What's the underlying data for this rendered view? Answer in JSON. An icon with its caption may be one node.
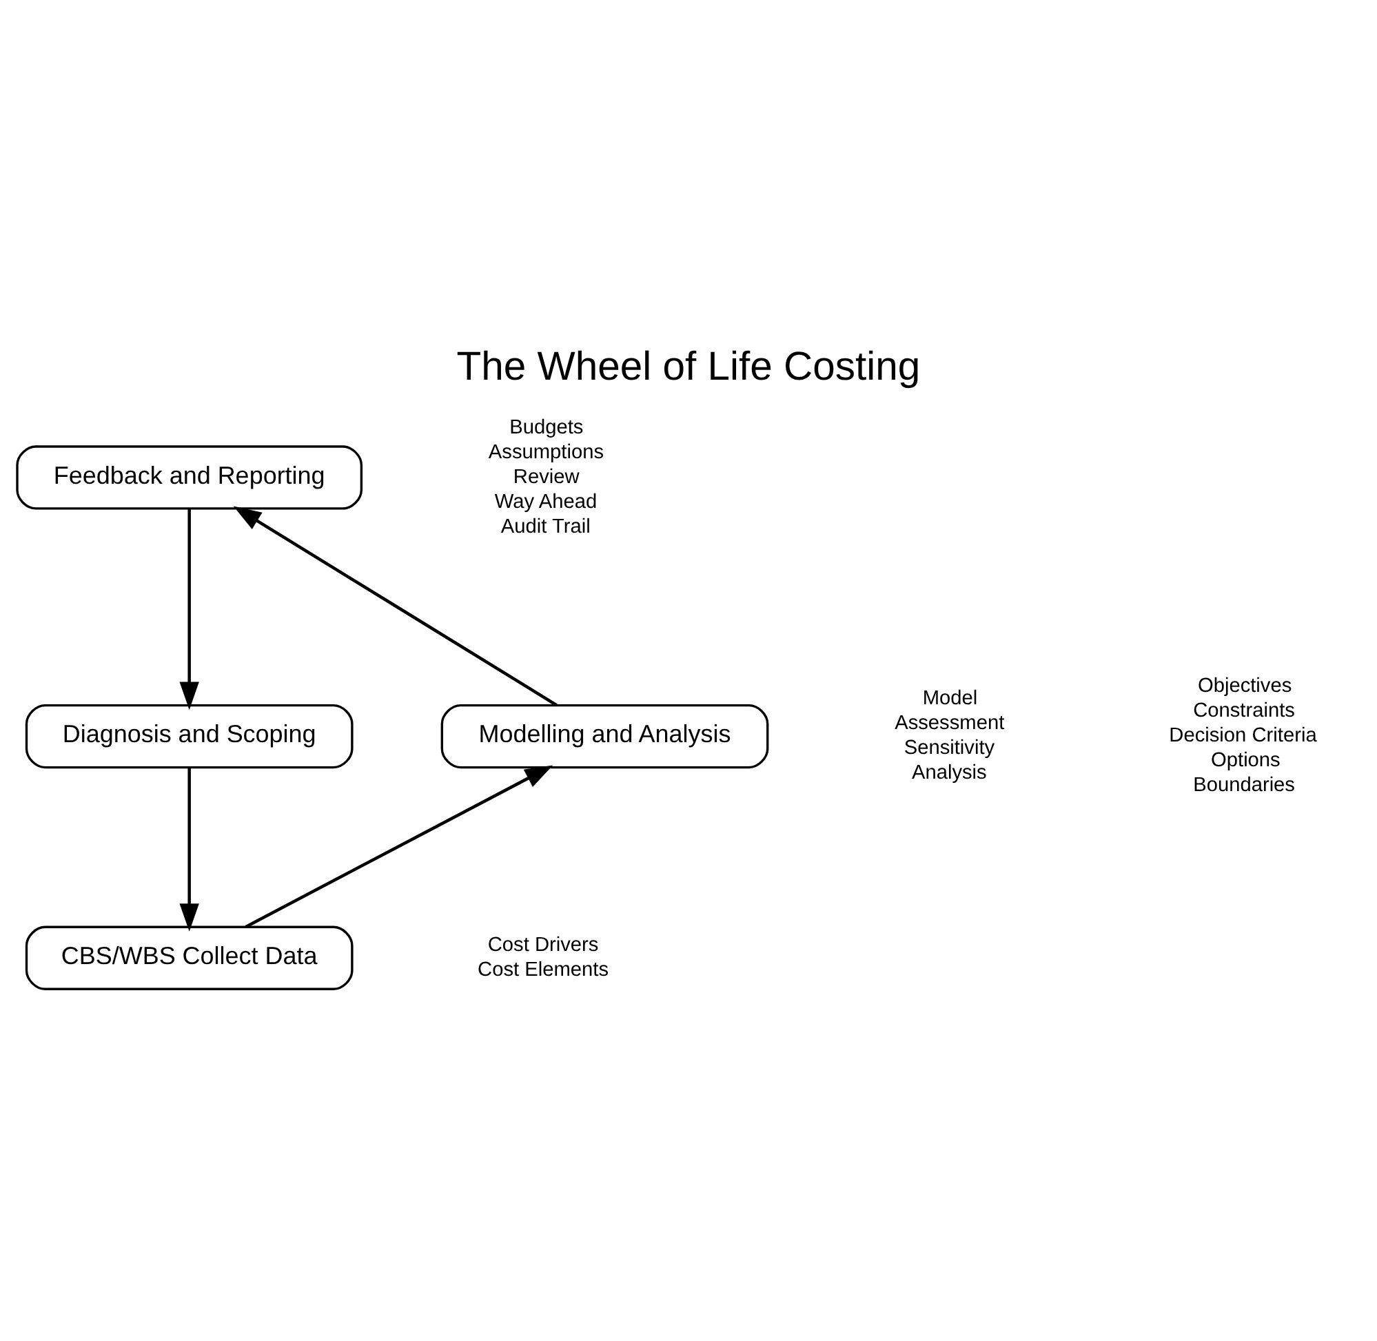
{
  "diagram": {
    "title": "The Wheel of Life Costing",
    "nodes": [
      {
        "text": [
          "Feedback and Reporting"
        ]
      },
      {
        "text": [
          "Diagnosis and Scoping"
        ]
      },
      {
        "text": [
          "CBS/WBS Collect Data"
        ]
      },
      {
        "text": [
          "Modelling and Analysis"
        ]
      }
    ],
    "edges": [
      {
        "from": 0,
        "to": 1,
        "arrow": "to"
      },
      {
        "from": 1,
        "to": 2,
        "arrow": "to"
      },
      {
        "from": 2,
        "to": 3,
        "arrow": "to"
      },
      {
        "from": 3,
        "to": 0,
        "arrow": "to"
      }
    ],
    "labels": [
      "Budgets",
      "Assumptions",
      "Review",
      "Way Ahead",
      "Audit Trail",
      "Model",
      "Assessment",
      "Sensitivity",
      "Analysis",
      "Objectives",
      "Constraints",
      "Decision Criteria",
      "Options",
      "Boundaries",
      "Cost Drivers",
      "Cost Elements"
    ]
  }
}
